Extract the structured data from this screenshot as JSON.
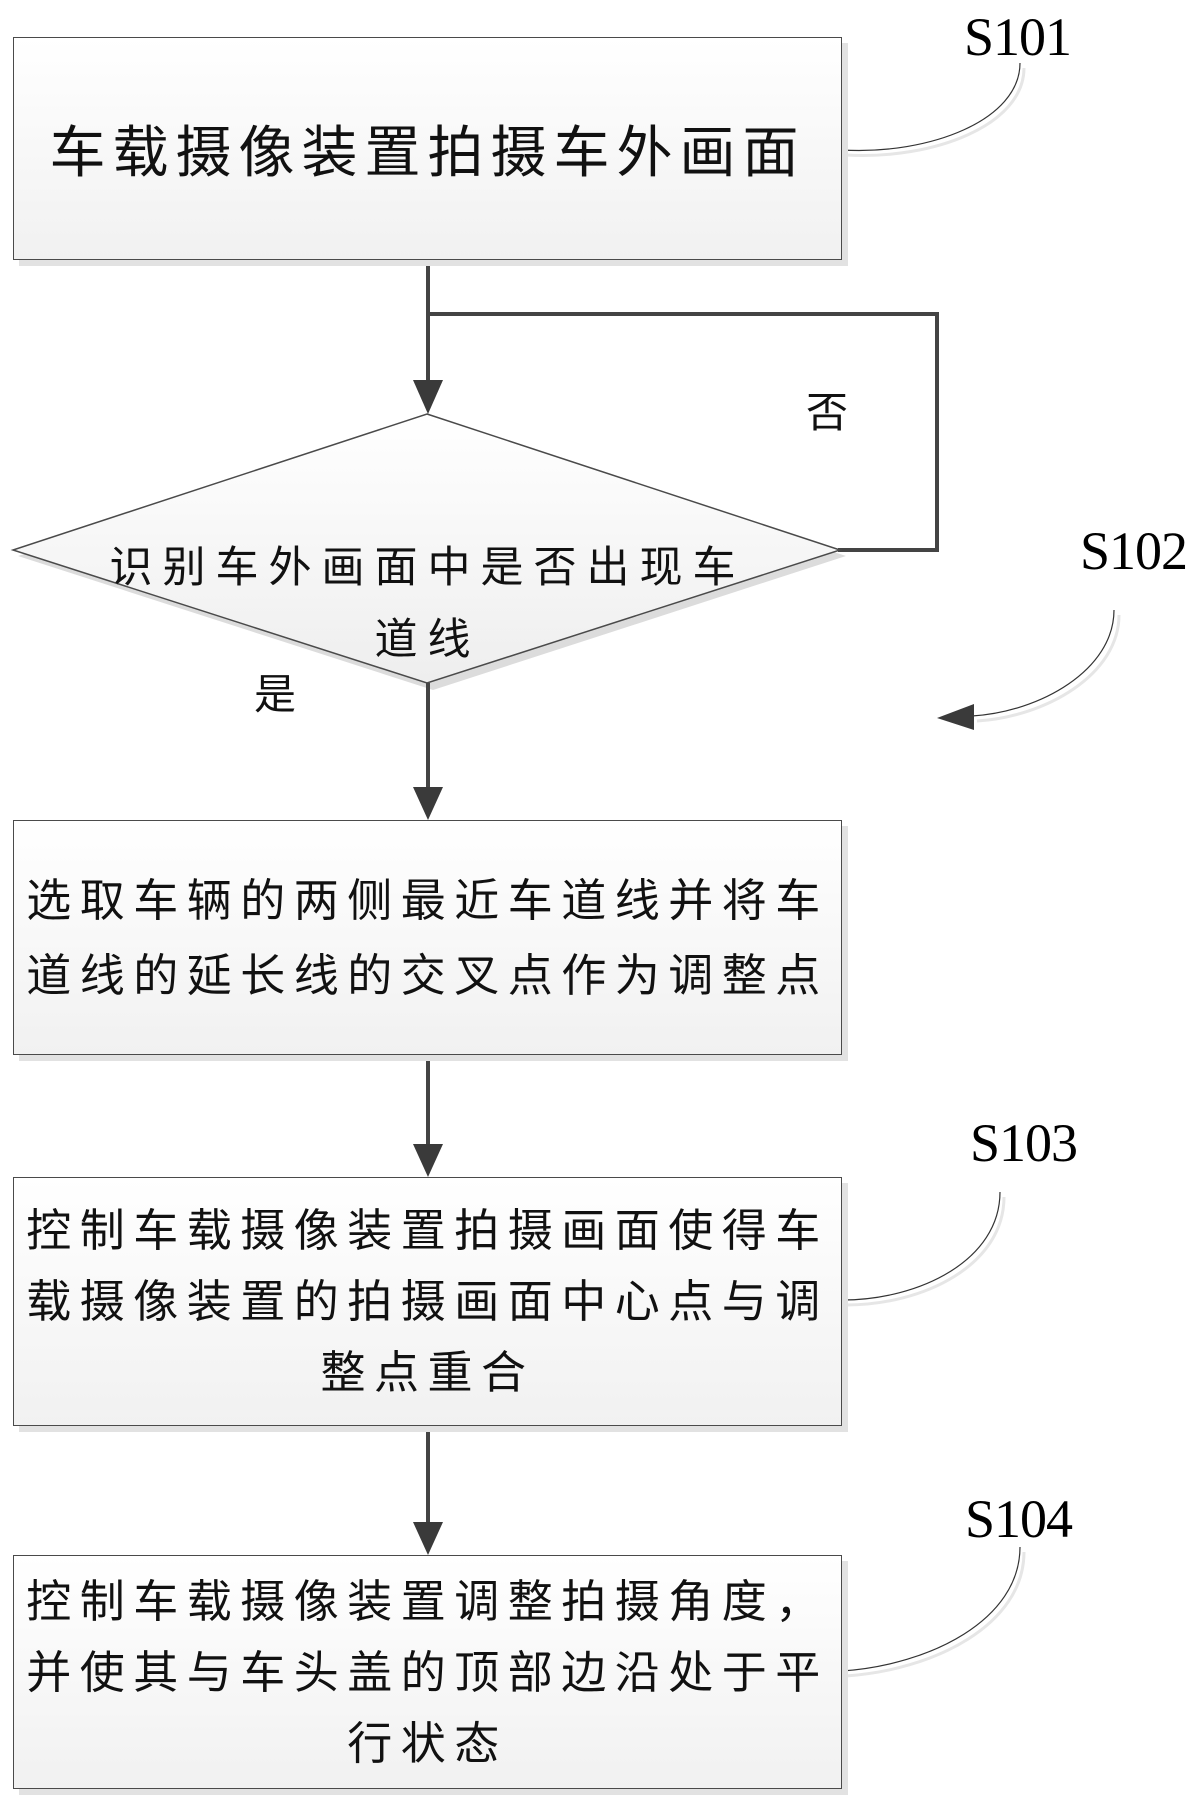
{
  "diagram": {
    "type": "flowchart",
    "steps": [
      {
        "id": "S101",
        "label": "S101",
        "shape": "process",
        "lines": [
          "车载摄像装置拍摄车外画面"
        ]
      },
      {
        "id": "S102",
        "label": "S102",
        "shape": "decision",
        "lines": [
          "识别车外画面中是否出现车",
          "道线"
        ]
      },
      {
        "id": "S102b",
        "label": "",
        "shape": "process",
        "lines": [
          "选取车辆的两侧最近车道线并将车",
          "道线的延长线的交叉点作为调整点"
        ]
      },
      {
        "id": "S103",
        "label": "S103",
        "shape": "process",
        "lines": [
          "控制车载摄像装置拍摄画面使得车",
          "载摄像装置的拍摄画面中心点与调",
          "整点重合"
        ]
      },
      {
        "id": "S104",
        "label": "S104",
        "shape": "process",
        "lines": [
          "控制车载摄像装置调整拍摄角度，",
          "并使其与车头盖的顶部边沿处于平",
          "行状态"
        ]
      }
    ],
    "branches": {
      "no": "否",
      "yes": "是"
    },
    "step_labels": {
      "s101": "S101",
      "s102": "S102",
      "s103": "S103",
      "s104": "S104"
    },
    "edges": [
      {
        "from": "S101",
        "to": "S102",
        "label": ""
      },
      {
        "from": "S102",
        "to": "S102",
        "label": "否",
        "kind": "loop-back"
      },
      {
        "from": "S102",
        "to": "S102b",
        "label": "是"
      },
      {
        "from": "S102b",
        "to": "S103",
        "label": ""
      },
      {
        "from": "S103",
        "to": "S104",
        "label": ""
      }
    ],
    "colors": {
      "line": "#444444",
      "box_fill_top": "#ffffff",
      "box_fill_bottom": "#f1f1f1",
      "shadow": "#e2e2e2",
      "text": "#111111"
    }
  }
}
